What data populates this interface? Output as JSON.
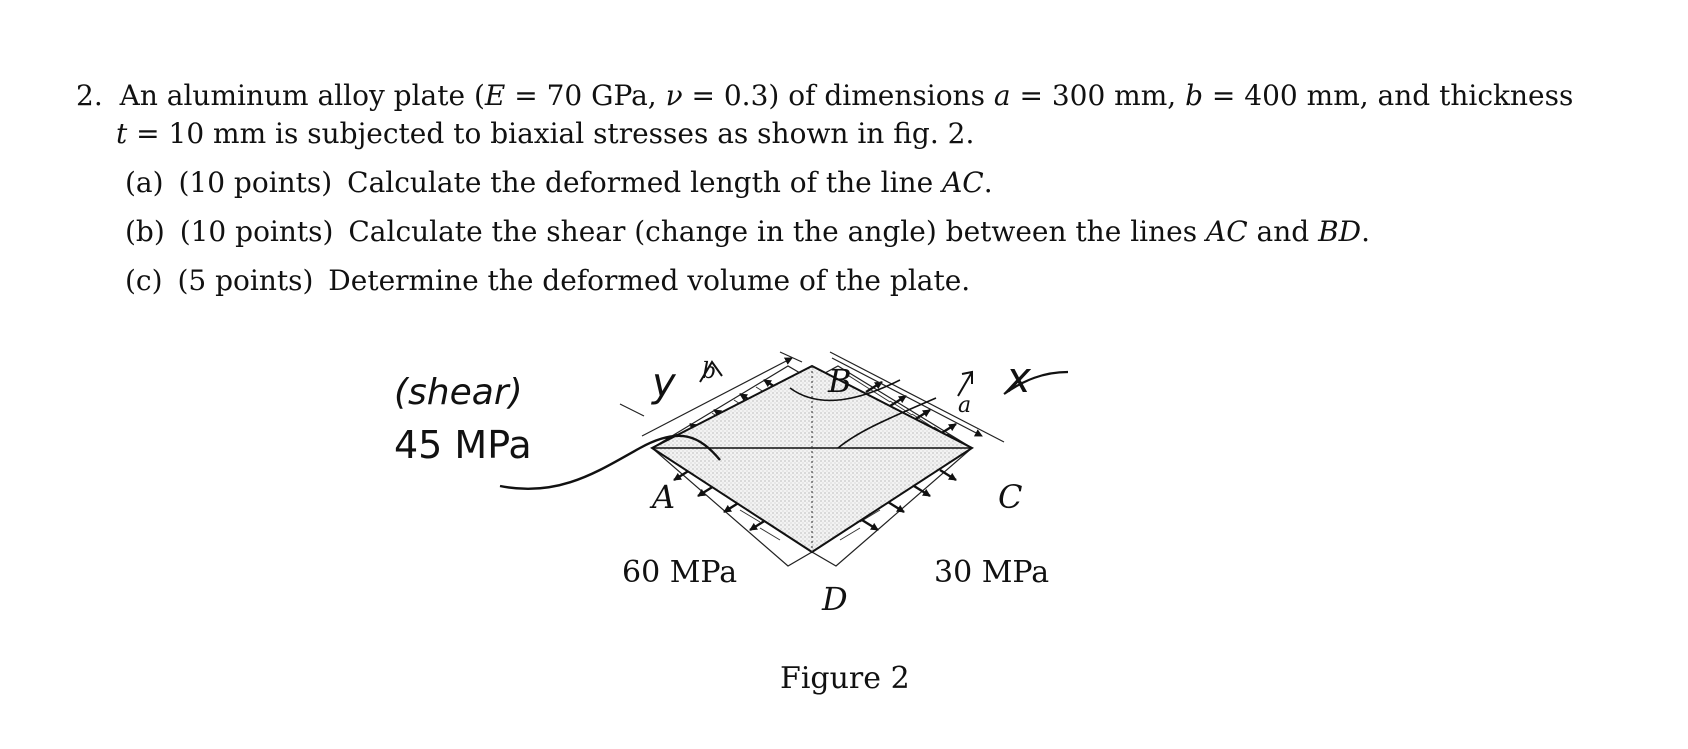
{
  "problem": {
    "number": "2.",
    "line1": {
      "pre": "An aluminum alloy plate (",
      "E_sym": "E",
      "E_val": " = 70 GPa, ",
      "nu_sym": "ν",
      "nu_val": " = 0.3) of dimensions ",
      "a_sym": "a",
      "a_val": " = 300 mm, ",
      "b_sym": "b",
      "b_val": " = 400 mm, and thickness"
    },
    "line2": {
      "t_sym": "t",
      "t_val": " = 10 mm is subjected to biaxial stresses as shown in fig. 2."
    },
    "parts": [
      {
        "label": "(a)",
        "points": "(10 points)",
        "text": "Calculate the deformed length of the line ",
        "sym": "AC",
        "end": "."
      },
      {
        "label": "(b)",
        "points": "(10 points)",
        "text": "Calculate the shear (change in the angle) between the lines ",
        "sym": "AC",
        "mid": " and ",
        "sym2": "BD",
        "end": "."
      },
      {
        "label": "(c)",
        "points": "(5 points)",
        "text": "Determine the deformed volume of the plate."
      }
    ]
  },
  "figure": {
    "caption": "Figure 2",
    "points": {
      "A": "A",
      "B": "B",
      "C": "C",
      "D": "D"
    },
    "dim_a": "a",
    "dim_b": "b",
    "stress_left": "60 MPa",
    "stress_right": "30 MPa",
    "annotation": {
      "line1": "(shear)",
      "line2": "45 MPa",
      "axis_y": "y",
      "axis_x": "x"
    }
  }
}
